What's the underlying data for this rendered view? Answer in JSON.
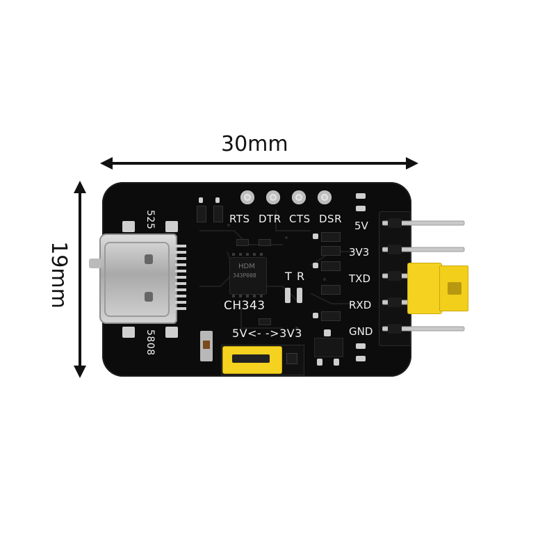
{
  "dimensions": {
    "width_label": "30mm",
    "height_label": "19mm"
  },
  "silkscreen": {
    "top_pins": [
      "RTS",
      "DTR",
      "CTS",
      "DSR"
    ],
    "side_pins": [
      "5V",
      "3V3",
      "TXD",
      "RXD",
      "GND"
    ],
    "chip_label": "CH343",
    "chip_marking": [
      "HDM",
      "343P008"
    ],
    "led_labels": [
      "T",
      "R"
    ],
    "voltage_select": "5V<- ->3V3",
    "usb_label_top": "525",
    "usb_label_bottom": "5808"
  },
  "colors": {
    "board": "#0c0c0c",
    "jumper": "#f4d21f",
    "pads": "#cfcfcf",
    "connector": "#c8c8c8"
  }
}
